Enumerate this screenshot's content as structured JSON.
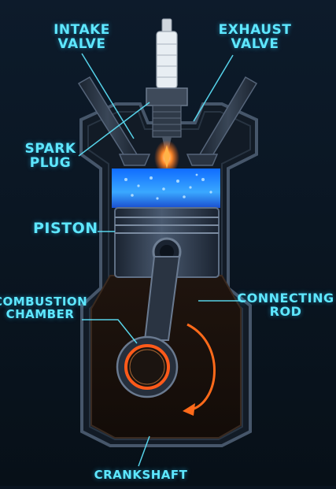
{
  "labels": {
    "intake": [
      "INTAKE",
      "VALVE"
    ],
    "exhaust": [
      "EXHAUST",
      "VALVE"
    ],
    "spark": [
      "SPARK",
      "PLUG"
    ],
    "piston": "PISTON",
    "combustion": [
      "COMBUSTION",
      "CHAMBER"
    ],
    "connecting": [
      "CONNECTING",
      "ROD"
    ],
    "crankshaft": "CRANKSHAFT"
  },
  "colors": {
    "background": "#0a1420",
    "label": "#5ee7ff",
    "accent_glow": "#ff6a1a",
    "chamber_blue": "#2f8cff",
    "metal": "#2b3442"
  }
}
